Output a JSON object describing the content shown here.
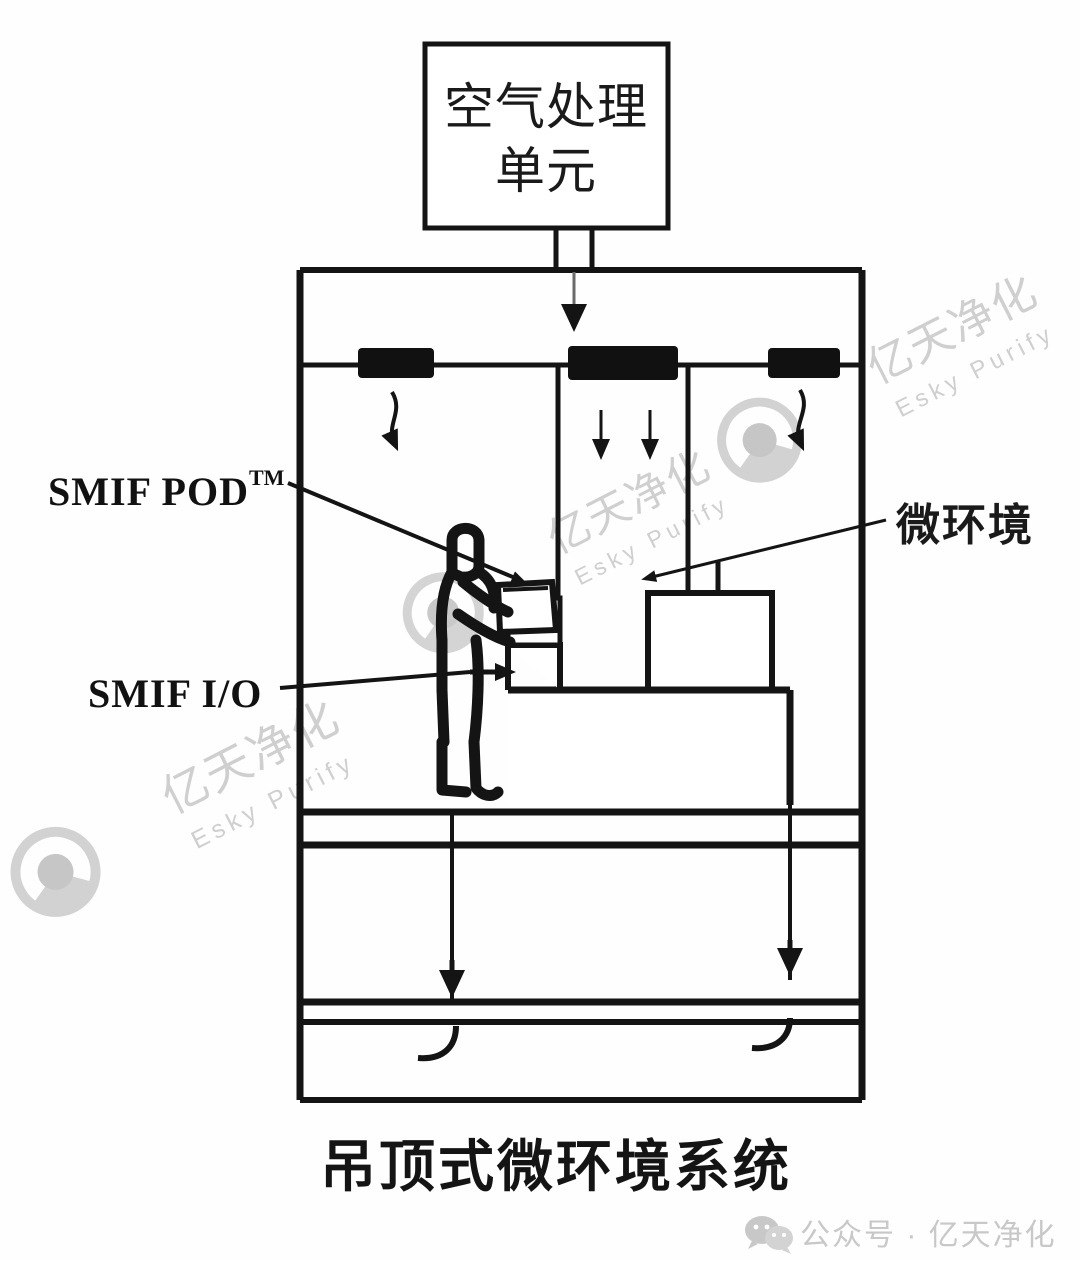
{
  "diagram": {
    "title_caption": "吊顶式微环境系统",
    "air_handling_unit": {
      "line1": "空气处理单元",
      "text_line_a": "空气处理",
      "text_line_b": "单元"
    },
    "labels": {
      "smif_pod": "SMIF POD",
      "smif_pod_superscript": "TM",
      "smif_io": "SMIF I/O",
      "micro_environment": "微环境"
    },
    "colors": {
      "ink": "#141414",
      "filter_fill": "#111111",
      "watermark": "#cfcfcf",
      "footer_text": "#c8c8c8",
      "background": "#ffffff"
    },
    "components": {
      "filter_blocks_count": 3,
      "downflow_arrows_count": 2,
      "return_arrows_count": 2,
      "swirl_arrows_count": 2
    }
  },
  "watermarks": {
    "brand_cn": "亿天净化",
    "brand_en": "Esky Purify"
  },
  "footer": {
    "account_label": "公众号 · 亿天净化",
    "icon": "wechat-icon"
  }
}
